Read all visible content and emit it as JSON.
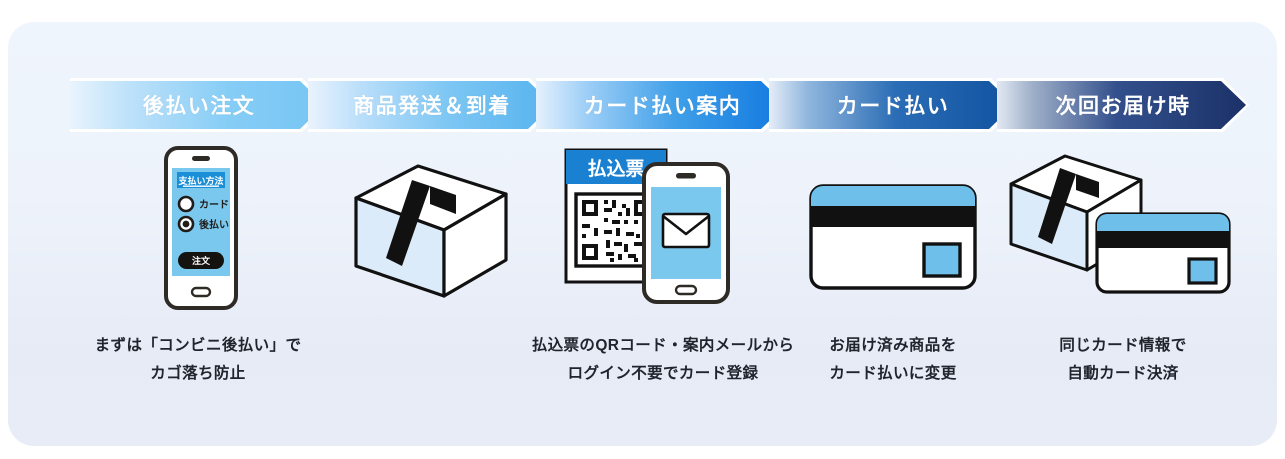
{
  "banner": {
    "background_top": "#eff5fc",
    "background_bottom": "#e7ebf6"
  },
  "steps": [
    {
      "id": "step-1",
      "label": "後払い注文",
      "color_start": "#e9f4fd",
      "color_end": "#76c5f4"
    },
    {
      "id": "step-2",
      "label": "商品発送＆到着",
      "color_start": "#eaf3fd",
      "color_end": "#56b3ef"
    },
    {
      "id": "step-3",
      "label": "カード払い案内",
      "color_start": "#e6f1fd",
      "color_end": "#1178e0"
    },
    {
      "id": "step-4",
      "label": "カード払い",
      "color_start": "#e5edf8",
      "color_end": "#10529f"
    },
    {
      "id": "step-5",
      "label": "次回お届け時",
      "color_start": "#e3e9f3",
      "color_end": "#1b3168"
    }
  ],
  "illustrations": [
    {
      "id": "smartphone-payment-selection",
      "icon": "smartphone-icon"
    },
    {
      "id": "shipping-box",
      "icon": "package-box-icon"
    },
    {
      "id": "payment-slip-and-mail",
      "icon": "payment-slip-icon"
    },
    {
      "id": "credit-card",
      "icon": "credit-card-icon"
    },
    {
      "id": "box-with-credit-card",
      "icon": "package-box-card-icon"
    }
  ],
  "phone_screen": {
    "header": "支払い方法",
    "option_card": "カード",
    "option_deferred": "後払い",
    "selected_option": "後払い",
    "submit_button": "注文",
    "screen_color": "#7ac8ee",
    "header_color": "#1a8fd8"
  },
  "slip": {
    "header": "払込票",
    "header_color": "#1a80d2",
    "qr_label": "qr-code-icon"
  },
  "mail_phone": {
    "icon": "envelope-icon",
    "screen_color": "#7ac8ee"
  },
  "card": {
    "stripe_color": "#6ec0ea",
    "magstripe_color": "#111111",
    "chip_color": "#6ec0ea"
  },
  "captions": [
    {
      "id": "caption-1",
      "line1": "まずは「コンビニ後払い」で",
      "line2": "カゴ落ち防止"
    },
    {
      "id": "caption-2",
      "line1": "",
      "line2": ""
    },
    {
      "id": "caption-3",
      "line1": "払込票のQRコード・案内メールから",
      "line2": "ログイン不要でカード登録"
    },
    {
      "id": "caption-4",
      "line1": "お届け済み商品を",
      "line2": "カード払いに変更"
    },
    {
      "id": "caption-5",
      "line1": "同じカード情報で",
      "line2": "自動カード決済"
    }
  ]
}
